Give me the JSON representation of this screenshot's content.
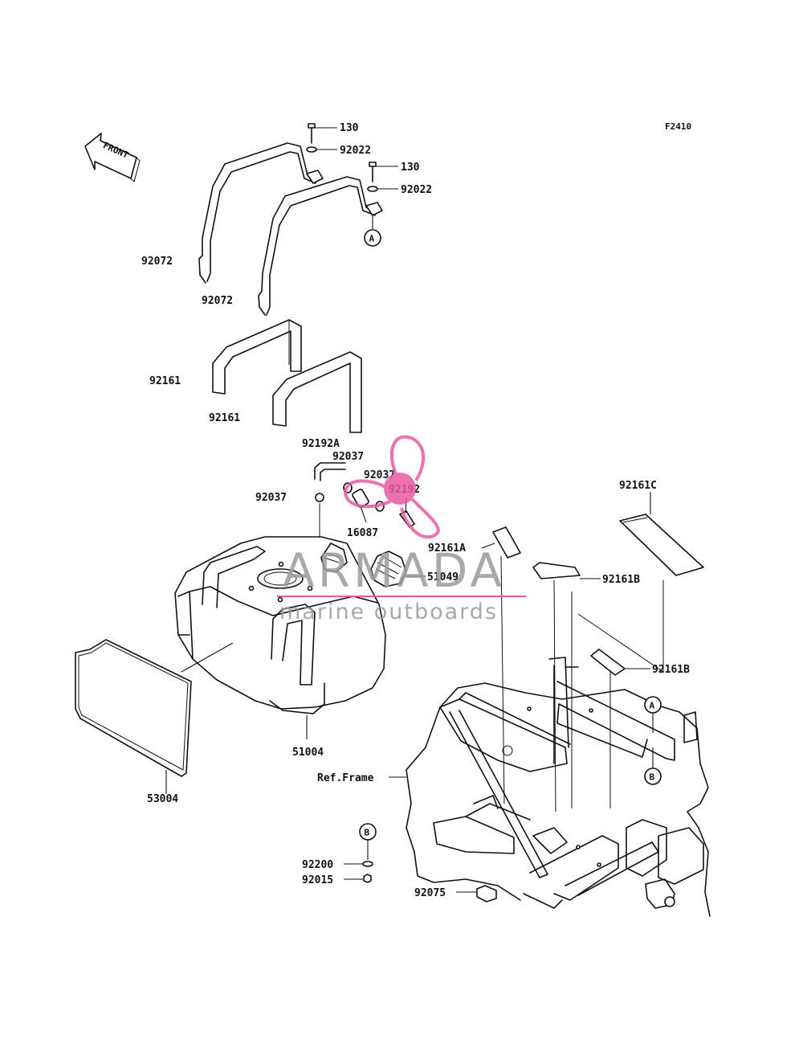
{
  "figure_code": "F2410",
  "front_arrow_label": "FRONT",
  "watermark": {
    "brand": "ARMADA",
    "tagline": "marine outboards",
    "color": "#e85aa0",
    "text_color": "#8a8a8a"
  },
  "callouts": {
    "A": "A",
    "B": "B"
  },
  "parts": [
    {
      "id": "p130a",
      "number": "130"
    },
    {
      "id": "p92022a",
      "number": "92022"
    },
    {
      "id": "p130b",
      "number": "130"
    },
    {
      "id": "p92022b",
      "number": "92022"
    },
    {
      "id": "p92072a",
      "number": "92072"
    },
    {
      "id": "p92072b",
      "number": "92072"
    },
    {
      "id": "p92161a",
      "number": "92161"
    },
    {
      "id": "p92161b",
      "number": "92161"
    },
    {
      "id": "p92192A",
      "number": "92192A"
    },
    {
      "id": "p92037a",
      "number": "92037"
    },
    {
      "id": "p92037b",
      "number": "92037"
    },
    {
      "id": "p92192",
      "number": "92192"
    },
    {
      "id": "p92037c",
      "number": "92037"
    },
    {
      "id": "p16087",
      "number": "16087"
    },
    {
      "id": "p92161C",
      "number": "92161C"
    },
    {
      "id": "p92161A",
      "number": "92161A"
    },
    {
      "id": "p51049",
      "number": "51049"
    },
    {
      "id": "p92161B1",
      "number": "92161B"
    },
    {
      "id": "p92161B2",
      "number": "92161B"
    },
    {
      "id": "p51004",
      "number": "51004"
    },
    {
      "id": "pRefFrame",
      "number": "Ref.Frame"
    },
    {
      "id": "p53004",
      "number": "53004"
    },
    {
      "id": "p92200",
      "number": "92200"
    },
    {
      "id": "p92015",
      "number": "92015"
    },
    {
      "id": "p92075",
      "number": "92075"
    }
  ]
}
